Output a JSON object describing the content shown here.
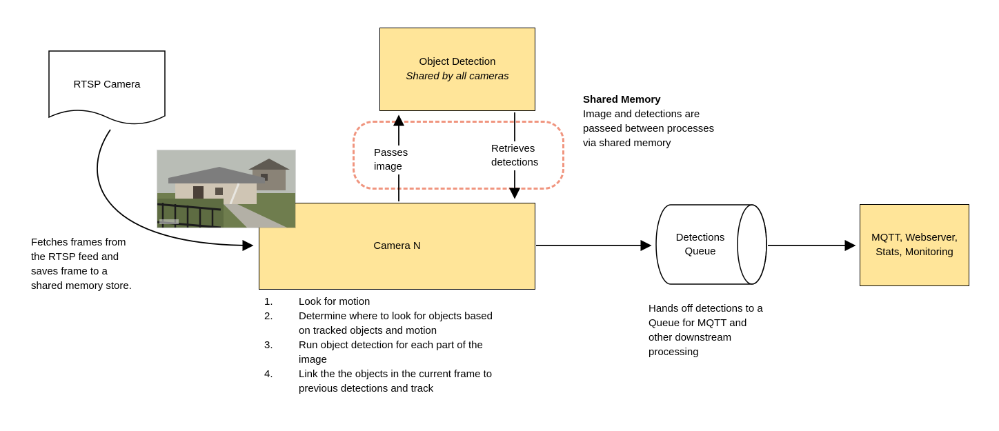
{
  "colors": {
    "node_fill": "#ffe599",
    "node_border": "#000000",
    "shared_memory_outline": "#f0957f",
    "background": "#ffffff",
    "arrow": "#000000"
  },
  "nodes": {
    "rtsp_camera": {
      "label": "RTSP Camera"
    },
    "object_detection": {
      "title": "Object Detection",
      "subtitle": "Shared by all cameras"
    },
    "camera_n": {
      "label": "Camera N"
    },
    "detections_queue": {
      "label": "Detections Queue"
    },
    "outputs": {
      "label": "MQTT, Webserver, Stats, Monitoring"
    }
  },
  "edges": {
    "passes_image": "Passes image",
    "retrieves_detections": "Retrieves detections"
  },
  "annotations": {
    "fetch_note": "Fetches frames from the RTSP feed and saves frame to a shared memory store.",
    "shared_memory_title": "Shared Memory",
    "shared_memory_body": "Image and detections are passeed between processes via shared memory",
    "queue_note": "Hands off detections to a Queue for MQTT and other downstream processing"
  },
  "camera_steps": [
    "Look for motion",
    "Determine where to look for objects based on tracked objects and motion",
    "Run object detection for each part of the image",
    "Link the the objects in the current frame to previous detections and track"
  ]
}
